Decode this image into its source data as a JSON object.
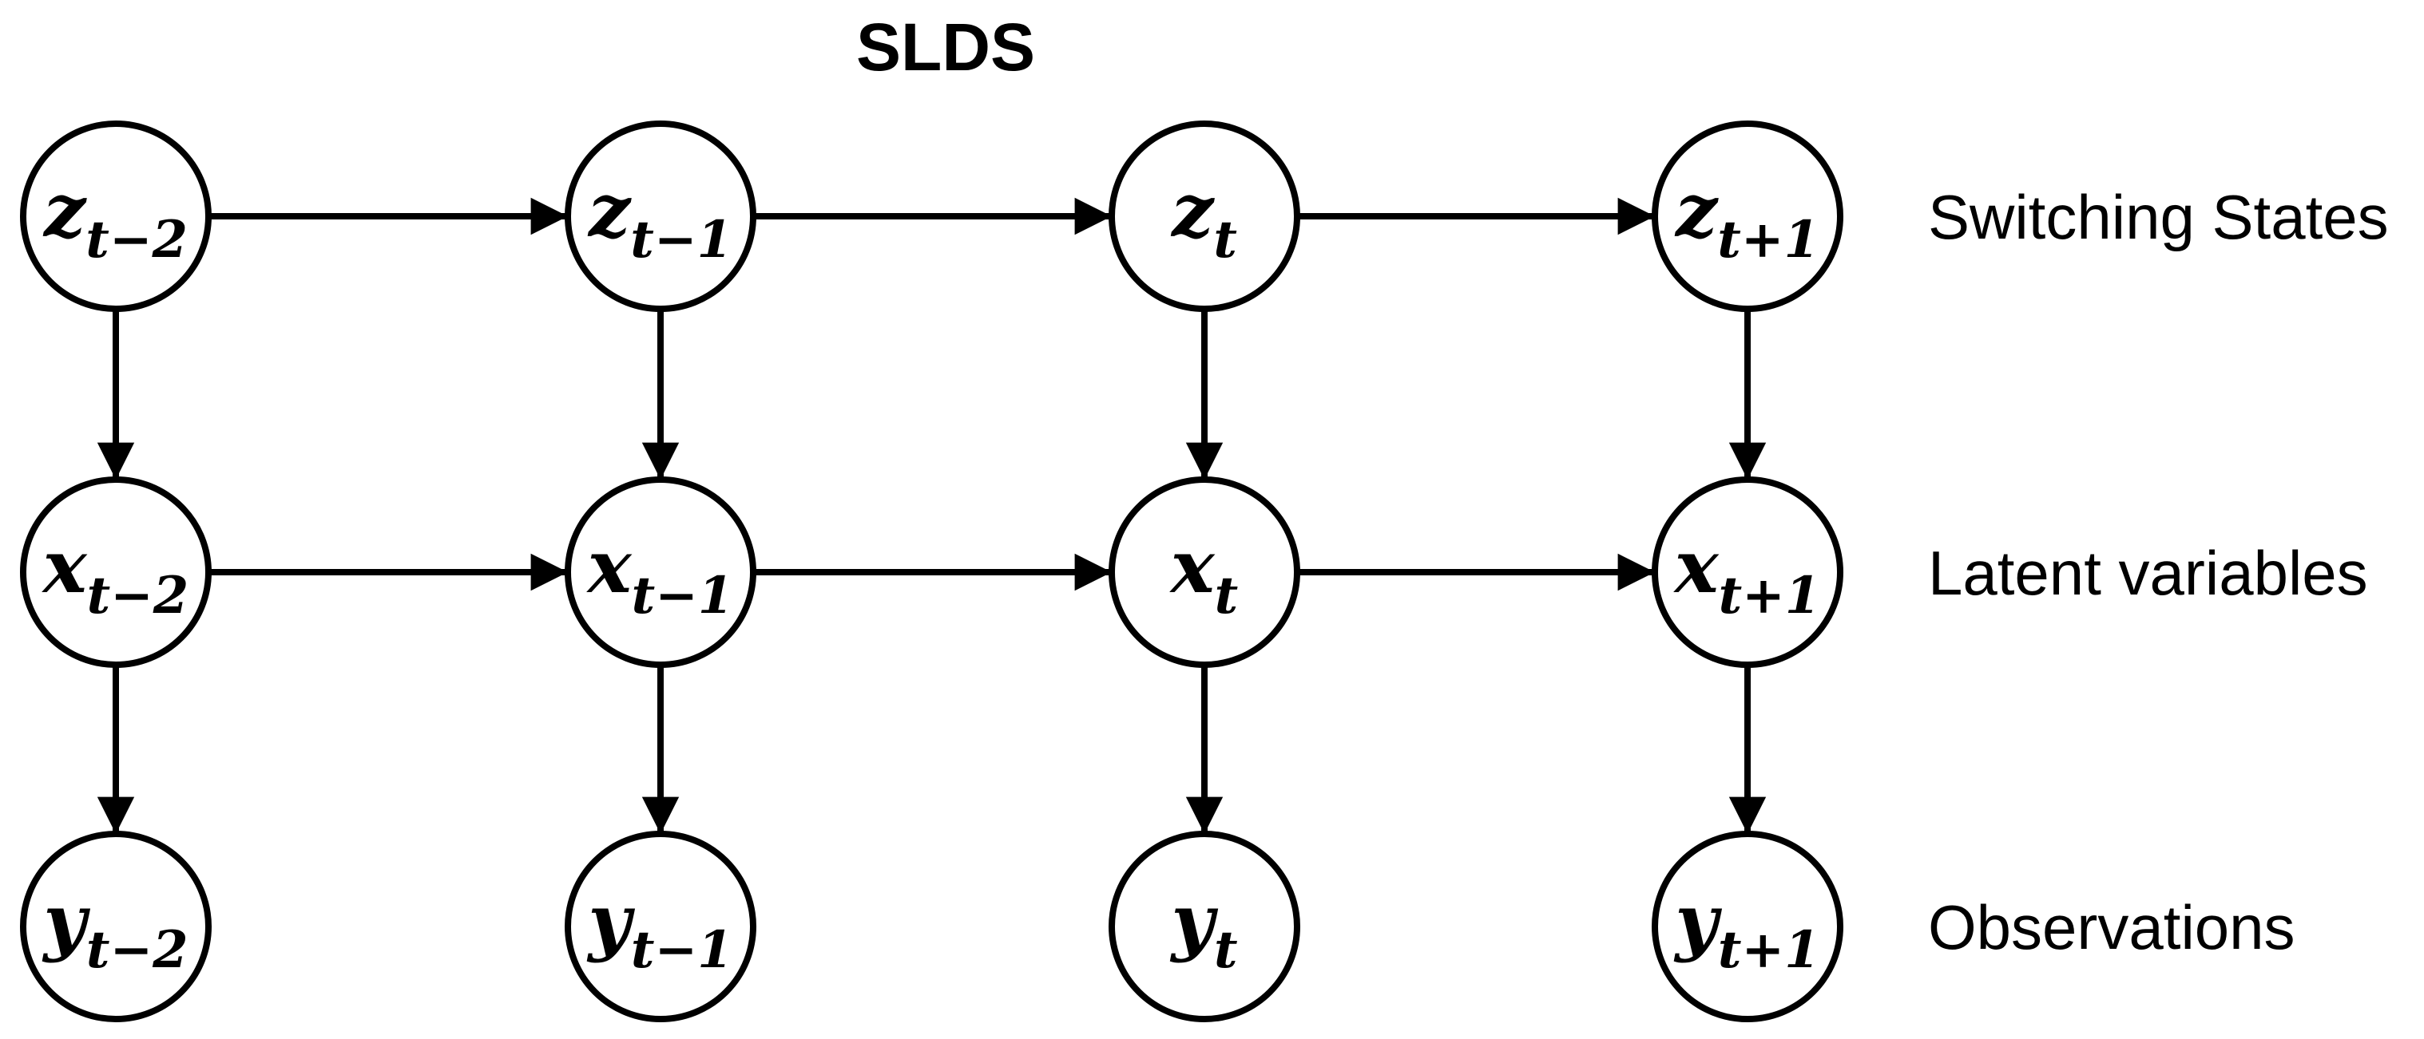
{
  "title": "SLDS",
  "colors": {
    "ink": "#000000",
    "background": "#ffffff"
  },
  "rows": [
    {
      "id": "switching-states",
      "label": "Switching States",
      "nodes": [
        {
          "main": "z",
          "sub": "t−2"
        },
        {
          "main": "z",
          "sub": "t−1"
        },
        {
          "main": "z",
          "sub": "t"
        },
        {
          "main": "z",
          "sub": "t+1"
        }
      ]
    },
    {
      "id": "latent-variables",
      "label": "Latent variables",
      "nodes": [
        {
          "main": "x",
          "sub": "t−2"
        },
        {
          "main": "x",
          "sub": "t−1"
        },
        {
          "main": "x",
          "sub": "t"
        },
        {
          "main": "x",
          "sub": "t+1"
        }
      ]
    },
    {
      "id": "observations",
      "label": "Observations",
      "nodes": [
        {
          "main": "y",
          "sub": "t−2"
        },
        {
          "main": "y",
          "sub": "t−1"
        },
        {
          "main": "y",
          "sub": "t"
        },
        {
          "main": "y",
          "sub": "t+1"
        }
      ]
    }
  ],
  "edges": [
    {
      "from": "z_t−2",
      "to": "z_t−1"
    },
    {
      "from": "z_t−1",
      "to": "z_t"
    },
    {
      "from": "z_t",
      "to": "z_t+1"
    },
    {
      "from": "x_t−2",
      "to": "x_t−1"
    },
    {
      "from": "x_t−1",
      "to": "x_t"
    },
    {
      "from": "x_t",
      "to": "x_t+1"
    },
    {
      "from": "z_t−2",
      "to": "x_t−2"
    },
    {
      "from": "z_t−1",
      "to": "x_t−1"
    },
    {
      "from": "z_t",
      "to": "x_t"
    },
    {
      "from": "z_t+1",
      "to": "x_t+1"
    },
    {
      "from": "x_t−2",
      "to": "y_t−2"
    },
    {
      "from": "x_t−1",
      "to": "y_t−1"
    },
    {
      "from": "x_t",
      "to": "y_t"
    },
    {
      "from": "x_t+1",
      "to": "y_t+1"
    }
  ]
}
